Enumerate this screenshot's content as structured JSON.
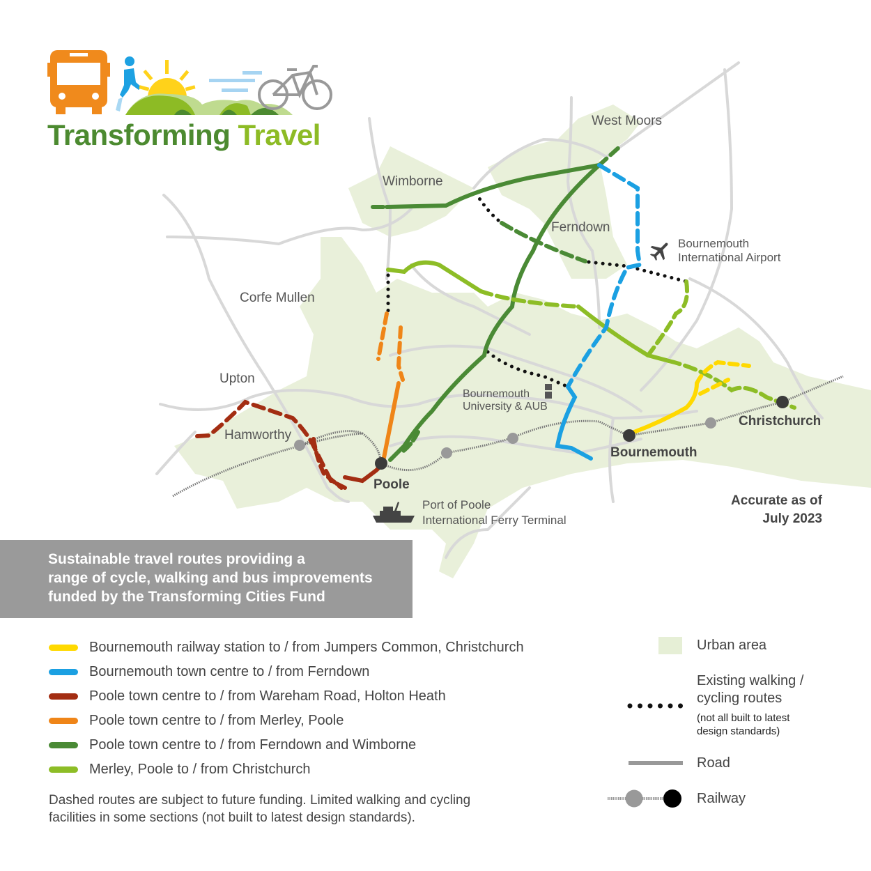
{
  "logo": {
    "title_part1": "Transforming",
    "title_part2": "Travel",
    "icons": [
      "bus-icon",
      "walking-person-icon",
      "sun-icon",
      "hills-icon",
      "speed-lines-icon",
      "bicycle-icon"
    ],
    "colors": {
      "bus": "#f08a1c",
      "walker": "#1da1e2",
      "sun": "#ffd21a",
      "dark_green": "#4c8a30",
      "light_green": "#8dbb25",
      "bike": "#999999"
    }
  },
  "map": {
    "places": [
      {
        "id": "west-moors",
        "label": "West Moors"
      },
      {
        "id": "wimborne",
        "label": "Wimborne"
      },
      {
        "id": "ferndown",
        "label": "Ferndown"
      },
      {
        "id": "corfe-mullen",
        "label": "Corfe Mullen"
      },
      {
        "id": "upton",
        "label": "Upton"
      },
      {
        "id": "hamworthy",
        "label": "Hamworthy"
      },
      {
        "id": "poole",
        "label": "Poole"
      },
      {
        "id": "bournemouth",
        "label": "Bournemouth"
      },
      {
        "id": "christchurch",
        "label": "Christchurch"
      }
    ],
    "poi": {
      "airport": {
        "line1": "Bournemouth",
        "line2": "International Airport",
        "icon": "airplane-icon"
      },
      "university": {
        "line1": "Bournemouth",
        "line2": "University & AUB",
        "icon": "building-icon"
      },
      "ferry": {
        "line1": "Port of Poole",
        "line2": "International Ferry Terminal",
        "icon": "ferry-icon"
      }
    },
    "accurate": {
      "line1": "Accurate as of",
      "line2": "July 2023"
    },
    "colors": {
      "urban": "#e9f0da",
      "road": "#d6d6d6",
      "yellow": "#ffd900",
      "blue": "#1ba0e2",
      "red": "#a32d12",
      "orange": "#ef8518",
      "dark_green": "#4a8a35",
      "light_green": "#8dbd26",
      "existing": "#111111"
    }
  },
  "banner": {
    "line1": "Sustainable travel routes providing a",
    "line2": "range of cycle, walking and bus improvements",
    "line3": "funded by the Transforming Cities Fund"
  },
  "legend": {
    "routes": [
      {
        "color": "#ffd900",
        "label": "Bournemouth railway station to / from Jumpers Common, Christchurch"
      },
      {
        "color": "#1ba0e2",
        "label": "Bournemouth town centre to / from Ferndown"
      },
      {
        "color": "#a32d12",
        "label": "Poole town centre to / from Wareham Road, Holton Heath"
      },
      {
        "color": "#ef8518",
        "label": "Poole town centre to / from Merley, Poole"
      },
      {
        "color": "#4a8a35",
        "label": "Poole town centre to / from Ferndown and Wimborne"
      },
      {
        "color": "#8dbd26",
        "label": "Merley, Poole to / from Christchurch"
      }
    ],
    "note_line1": "Dashed routes are subject to future funding. Limited walking and cycling",
    "note_line2": "facilities in some sections (not built to latest design standards).",
    "keys": {
      "urban": "Urban area",
      "existing_line1": "Existing walking /",
      "existing_line2": "cycling routes",
      "existing_note1": "(not all built to latest",
      "existing_note2": "design standards)",
      "road": "Road",
      "railway": "Railway"
    }
  }
}
